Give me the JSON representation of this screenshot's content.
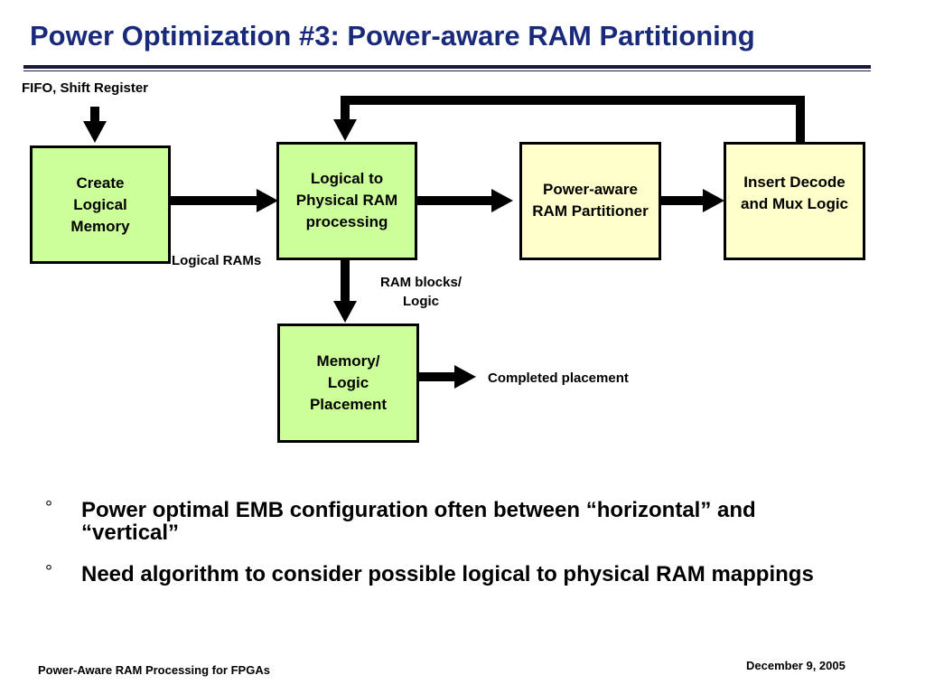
{
  "slide": {
    "title": "Power Optimization #3: Power-aware RAM Partitioning"
  },
  "diagram": {
    "input_label": "FIFO, Shift Register",
    "boxes": {
      "create": "Create\nLogical\nMemory",
      "l2p": "Logical to\nPhysical RAM\nprocessing",
      "partitioner": "Power-aware\nRAM Partitioner",
      "decode": "Insert Decode\nand Mux Logic",
      "placement": "Memory/\nLogic\nPlacement"
    },
    "labels": {
      "logical_rams": "Logical RAMs",
      "ram_blocks": "RAM blocks/\nLogic",
      "completed": "Completed placement"
    },
    "colors": {
      "process_box": "#ccff99",
      "partition_box": "#ffffcc",
      "title": "#1a2a7a"
    }
  },
  "bullets": [
    {
      "mark": "°",
      "text": "Power optimal EMB configuration often between “horizontal” and “vertical”"
    },
    {
      "mark": "°",
      "text": "Need algorithm to consider possible logical to physical RAM mappings"
    }
  ],
  "footer": {
    "left": "Power-Aware RAM Processing for FPGAs",
    "right": "December 9, 2005"
  }
}
